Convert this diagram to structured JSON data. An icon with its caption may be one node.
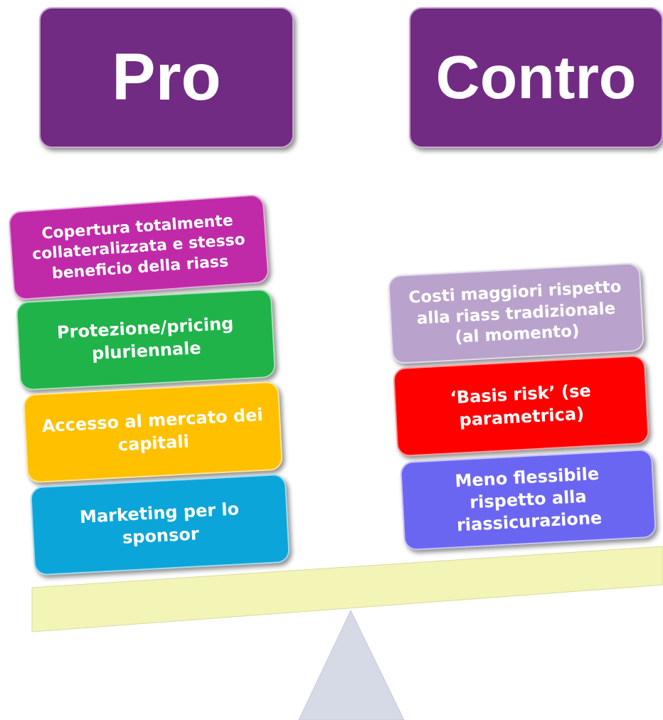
{
  "diagram": {
    "nodes": [
      {
        "text": [
          "Pro"
        ]
      },
      {
        "text": [
          "Contro"
        ]
      },
      {
        "text": [
          "Copertura totalmente collateralizzata e stesso beneficio della riass"
        ]
      },
      {
        "text": [
          "Protezione/pricing pluriennale"
        ]
      },
      {
        "text": [
          "Accesso al mercato dei capitali"
        ]
      },
      {
        "text": [
          "Marketing per lo sponsor"
        ]
      },
      {
        "text": [
          "Costi maggiori rispetto alla riass tradizionale (al momento)"
        ]
      },
      {
        "text": [
          "‘Basis risk’ (se parametrica)"
        ]
      },
      {
        "text": [
          "Meno flessibile rispetto alla riassicurazione"
        ]
      }
    ]
  }
}
